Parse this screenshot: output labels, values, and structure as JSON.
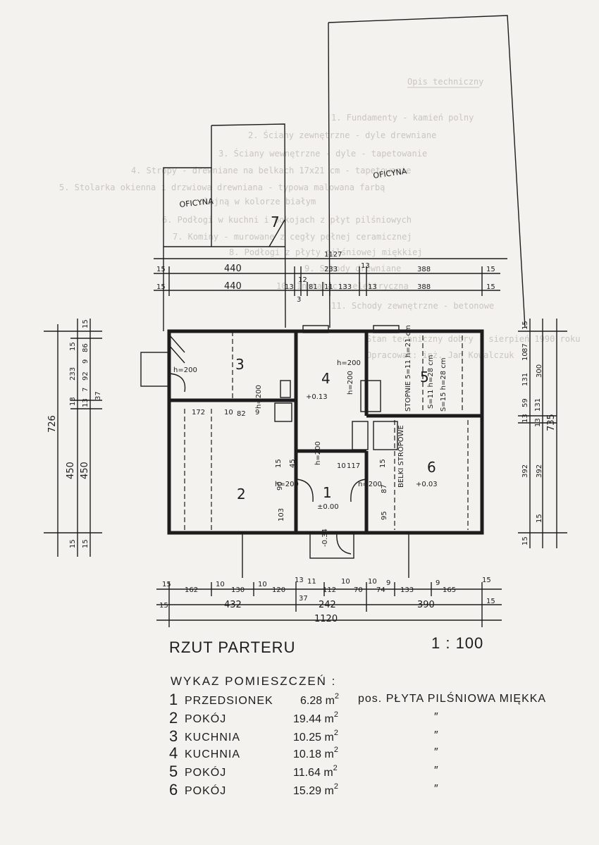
{
  "ghost_text": {
    "heading": "Opis techniczny",
    "items": [
      "1. Fundamenty - kamień polny",
      "2. Ściany zewnętrzne - dyle drewniane",
      "3. Ściany wewnętrzne - dyle - tapetowanie",
      "4. Stropy - drewniane na belkach 17x21 cm - tapetowanie",
      "5. Stolarka okienna i drzwiowa drewniana - typowa malowana farbą",
      "   olejną w kolorze białym",
      "6. Podłogi w kuchni i pokojach z płyt pilśniowych",
      "7. Kominy - murowane z cegły pełnej ceramicznej",
      "8. Podłogi z płyty pilśniowej miękkiej",
      "9. Schody drewniane",
      "10. Instalacja elektryczna",
      "11. Schody zewnętrzne - betonowe",
      "",
      "Stan techniczny dobry - sierpień 1990 roku",
      "Opracował: inż. Jan Kowalczuk"
    ]
  },
  "outbuildings": {
    "upper": "OFICYNA",
    "lower": "OFICYNA"
  },
  "rooms": {
    "r1": "1",
    "r2": "2",
    "r3": "3",
    "r4": "4",
    "r5": "5",
    "r6": "6"
  },
  "annotations": {
    "h200_a": "h=200",
    "h200_b": "h=200",
    "h200_c": "h=200",
    "h200_d": "h=200",
    "h200_e": "h=200",
    "h200_f": "h=200",
    "h200_g": "h=200",
    "lvl_013": "+0.13",
    "lvl_003": "+0.03",
    "lvl_000": "±0.00",
    "lvl_034": "-0.34",
    "stair1": "S=11  h=28 cm",
    "stair2": "S=15  h=28 cm",
    "steps_label": "STOPNIE 5=11 h=21 cm",
    "beams_label": "BELKI STROPOWE"
  },
  "dims_top": {
    "d1127": "1127",
    "r1_15": "15",
    "r1_440": "440",
    "r1_233": "233",
    "r1_13": "13",
    "r1_388": "388",
    "r1_15b": "15",
    "r2_15": "15",
    "r2_440": "440",
    "r2_13a": "13",
    "r2_12": "12",
    "r2_81": "81",
    "r2_11": "11",
    "r2_133": "133",
    "r2_13b": "13",
    "r2_388": "388",
    "r2_15b": "15",
    "r2_3": "3"
  },
  "dims_left": {
    "total": "726",
    "a15": "15",
    "a233": "233",
    "a15b": "15",
    "a86": "86",
    "a9": "9",
    "a92": "92",
    "a7": "7",
    "a13": "13",
    "a13b": "13",
    "a37": "37",
    "a450": "450",
    "a450b": "450",
    "a15c": "15",
    "a15d": "15"
  },
  "dims_right": {
    "total": "735",
    "b15": "15",
    "b87": "87",
    "b10": "10",
    "b131": "131",
    "b300": "300",
    "b59": "59",
    "b13": "13",
    "b131b": "131",
    "b13b": "13",
    "b392": "392",
    "b392b": "392",
    "b15b": "15",
    "b15c": "15"
  },
  "dims_bottom": {
    "c15": "15",
    "c162": "162",
    "c10": "10",
    "c130": "130",
    "c10b": "10",
    "c120": "120",
    "c13": "13",
    "c11": "11",
    "c112": "112",
    "c10c": "10",
    "c70": "70",
    "c10d": "10",
    "c74": "74",
    "c9": "9",
    "c133": "133",
    "c9b": "9",
    "c165": "165",
    "c15b": "15",
    "c15c": "15",
    "c432": "432",
    "c37": "37",
    "c242": "242",
    "c390": "390",
    "c15d": "15",
    "c1120": "1120"
  },
  "dims_inner": {
    "i172": "172",
    "i10": "10",
    "i82": "82",
    "i9": "9",
    "i15": "15",
    "i90": "90",
    "i103": "103",
    "i10b": "10",
    "i117": "117",
    "i15b": "15",
    "i87": "87",
    "i95": "95",
    "i45": "45"
  },
  "title": {
    "name": "RZUT PARTERU",
    "scale": "1 : 100"
  },
  "schedule": {
    "heading": "WYKAZ POMIESZCZEŃ :",
    "unit": "m",
    "unit_sup": "2",
    "floor_note": "pos. PŁYTA PILŚNIOWA MIĘKKA",
    "ditto": "″",
    "rows": [
      {
        "num": "1",
        "name": "PRZEDSIONEK",
        "area": "6.28"
      },
      {
        "num": "2",
        "name": "POKÓJ",
        "area": "19.44"
      },
      {
        "num": "3",
        "name": "KUCHNIA",
        "area": "10.25"
      },
      {
        "num": "4",
        "name": "KUCHNIA",
        "area": "10.18"
      },
      {
        "num": "5",
        "name": "POKÓJ",
        "area": "11.64"
      },
      {
        "num": "6",
        "name": "POKÓJ",
        "area": "15.29"
      }
    ]
  }
}
